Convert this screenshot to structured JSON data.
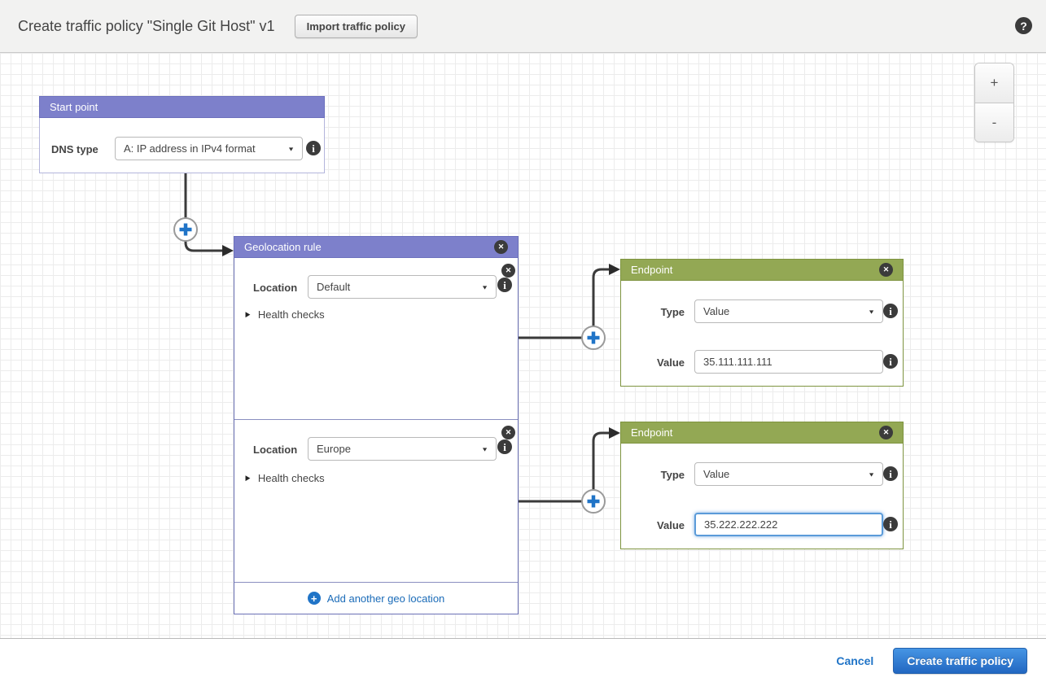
{
  "header": {
    "title": "Create traffic policy \"Single Git Host\" v1",
    "import_button": "Import traffic policy"
  },
  "canvas": {
    "zoom_in": "+",
    "zoom_out": "-"
  },
  "start_point": {
    "title": "Start point",
    "dns_type_label": "DNS type",
    "dns_type_value": "A: IP address in IPv4 format"
  },
  "geolocation_rule": {
    "title": "Geolocation rule",
    "sections": [
      {
        "location_label": "Location",
        "location_value": "Default",
        "health_checks_label": "Health checks"
      },
      {
        "location_label": "Location",
        "location_value": "Europe",
        "health_checks_label": "Health checks"
      }
    ],
    "add_link": "Add another geo location"
  },
  "endpoints": [
    {
      "title": "Endpoint",
      "type_label": "Type",
      "type_value": "Value",
      "value_label": "Value",
      "value": "35.111.111.111"
    },
    {
      "title": "Endpoint",
      "type_label": "Type",
      "type_value": "Value",
      "value_label": "Value",
      "value": "35.222.222.222"
    }
  ],
  "footer": {
    "cancel": "Cancel",
    "create": "Create traffic policy"
  },
  "icons": {
    "help": "?",
    "close": "✕",
    "info": "i",
    "plus": "+",
    "caret": "▼",
    "disclosure": "▶"
  },
  "colors": {
    "purple_header": "#7d80cb",
    "green_header": "#93a854",
    "connector": "#3b3b3b",
    "accent_blue": "#2074c7",
    "link_blue": "#1a6bb8"
  }
}
